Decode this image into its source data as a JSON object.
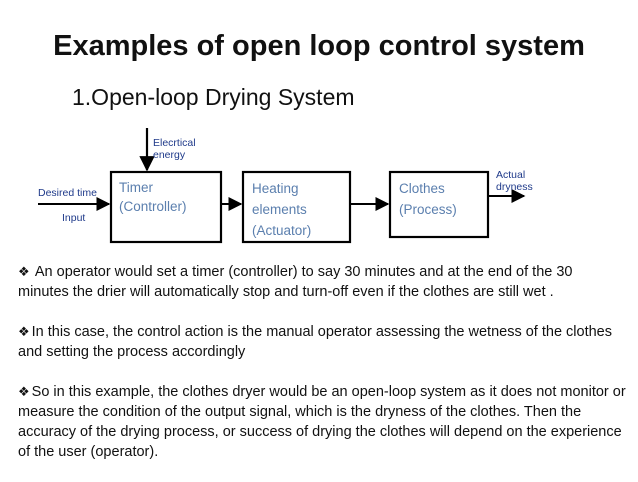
{
  "slide": {
    "title": "Examples of open loop control system",
    "subtitle": "1.Open-loop Drying System"
  },
  "diagram": {
    "top_input_label_line1": "Elecrtical",
    "top_input_label_line2": "energy",
    "left_input_label_line1": "Desired time",
    "left_input_label_line2": "Input",
    "output_label_line1": "Actual",
    "output_label_line2": "dryness",
    "blocks": [
      {
        "line1": "Timer",
        "line2": "(Controller)",
        "line3": ""
      },
      {
        "line1": "Heating",
        "line2": "elements",
        "line3": "(Actuator)"
      },
      {
        "line1": "Clothes",
        "line2": "(Process)",
        "line3": ""
      }
    ],
    "label_color": "#1f3a8a",
    "block_text_color": "#5b7fae"
  },
  "bullets": {
    "mark": "❖",
    "items": [
      " An operator would set a timer (controller) to say 30 minutes and at the end of the 30 minutes the drier will automatically stop and turn-off even if the clothes are still wet .",
      "In this case, the control action is the manual operator assessing the wetness of the clothes and setting the process  accordingly",
      "So in this example, the clothes dryer would be an open-loop system as it does not monitor or measure the condition of the output signal, which is the dryness of the clothes. Then the accuracy of the drying process, or success of drying the clothes will depend on the experience of the user (operator)."
    ]
  }
}
